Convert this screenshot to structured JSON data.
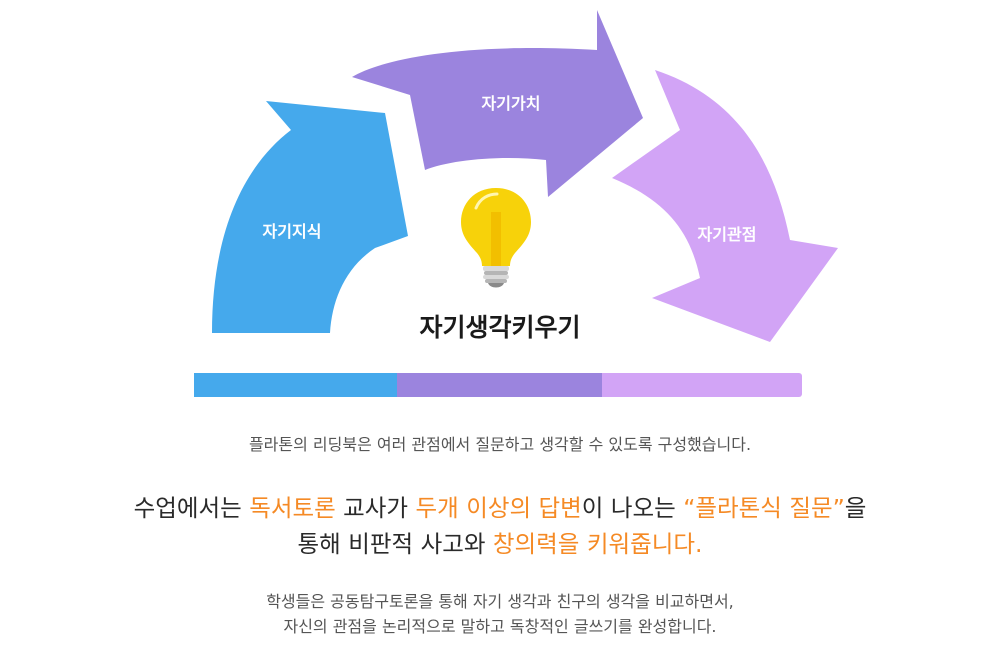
{
  "diagram": {
    "center_title": "자기생각키우기",
    "arrows": [
      {
        "label": "자기지식",
        "color": "#45a9ec"
      },
      {
        "label": "자기가치",
        "color": "#9b84de"
      },
      {
        "label": "자기관점",
        "color": "#d2a4f6"
      }
    ],
    "bulb_icon": "lightbulb-icon"
  },
  "subtitle": "플라톤의 리딩북은 여러 관점에서 질문하고 생각할 수 있도록 구성했습니다.",
  "main": {
    "line1": {
      "p1": "수업에서는 ",
      "h1": "독서토론",
      "p2": " 교사가 ",
      "h2": "두개 이상의 답변",
      "p3": "이 나오는 ",
      "h3": "“플라톤식 질문”",
      "p4": "을"
    },
    "line2": {
      "p1": "통해 비판적 사고와 ",
      "h1": "창의력을 키워줍니다."
    }
  },
  "description": {
    "line1": "학생들은 공동탐구토론을 통해 자기 생각과 친구의 생각을 비교하면서,",
    "line2": "자신의 관점을 논리적으로 말하고 독창적인 글쓰기를 완성합니다."
  },
  "colors": {
    "highlight": "#f58a25",
    "blue": "#45a9ec",
    "violet": "#9b84de",
    "lavender": "#d2a4f6"
  }
}
